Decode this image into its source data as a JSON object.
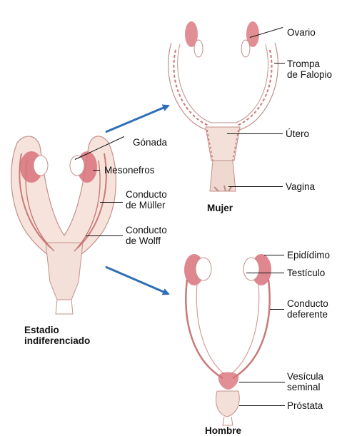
{
  "labels": {
    "ovario": "Ovario",
    "trompa_1": "Trompa",
    "trompa_2": "de Falopio",
    "utero": "Útero",
    "vagina": "Vagina",
    "mujer": "Mujer",
    "gonada": "Gónada",
    "mesonefros": "Mesonefros",
    "muller_1": "Conducto",
    "muller_2": "de Müller",
    "wolff_1": "Conducto",
    "wolff_2": "de Wolff",
    "estadio_1": "Estadio",
    "estadio_2": "indiferenciado",
    "epididimo": "Epidídimo",
    "testiculo": "Testículo",
    "deferente_1": "Conducto",
    "deferente_2": "deferente",
    "vesicula_1": "Vesícula",
    "vesicula_2": "seminal",
    "prostata": "Próstata",
    "hombre": "Hombre"
  },
  "colors": {
    "outline": "#c4908a",
    "tissue": "#f6e4dc",
    "gonad": "#d9727a",
    "duct": "#c97a78",
    "arrow": "#2f6fb5"
  }
}
